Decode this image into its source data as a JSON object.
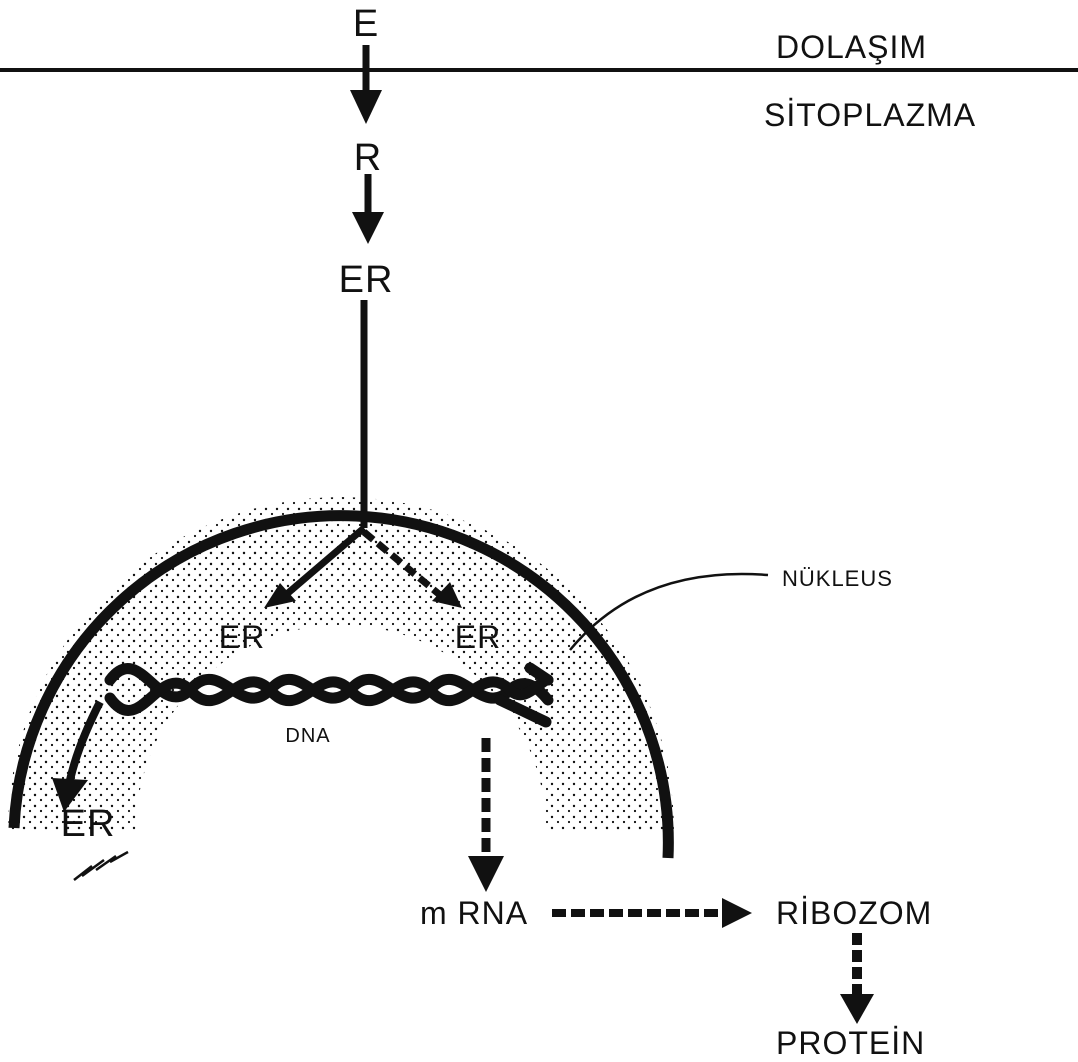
{
  "labels": {
    "e": "E",
    "r": "R",
    "er_top": "ER",
    "er_left": "ER",
    "er_right": "ER",
    "er_outer": "ER",
    "dna": "DNA",
    "mrna": "m RNA",
    "ribozom": "RİBOZOM",
    "protein": "PROTEİN",
    "dolasim": "DOLAŞIM",
    "sitoplazma": "SİTOPLAZMA",
    "nukleus": "NÜKLEUS"
  },
  "colors": {
    "ink": "#111111",
    "background": "#ffffff"
  }
}
